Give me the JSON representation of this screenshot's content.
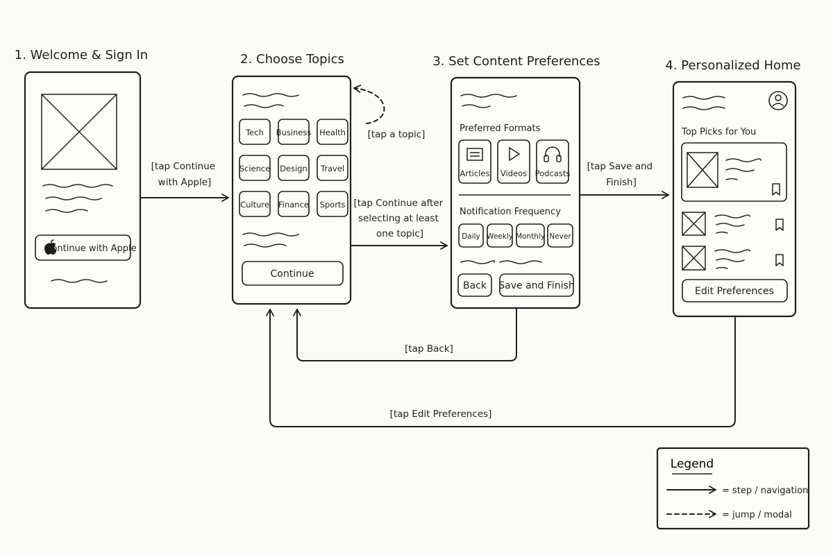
{
  "screens": {
    "welcome": {
      "title": "1. Welcome & Sign In",
      "apple_button": "Continue with Apple"
    },
    "topics": {
      "title": "2. Choose Topics",
      "chips": [
        "Tech",
        "Business",
        "Health",
        "Science",
        "Design",
        "Travel",
        "Culture",
        "Finance",
        "Sports"
      ],
      "selected": "Tech",
      "continue_button": "Continue"
    },
    "preferences": {
      "title": "3. Set Content Preferences",
      "formats_heading": "Preferred Formats",
      "formats": [
        {
          "label": "Articles",
          "icon": "article-icon"
        },
        {
          "label": "Videos",
          "icon": "play-icon"
        },
        {
          "label": "Podcasts",
          "icon": "headphones-icon"
        }
      ],
      "frequency_heading": "Notification Frequency",
      "frequency_options": [
        "Daily",
        "Weekly",
        "Monthly",
        "Never"
      ],
      "frequency_selected": "Weekly",
      "back_button": "Back",
      "save_button": "Save and Finish"
    },
    "home": {
      "title": "4. Personalized Home",
      "section_heading": "Top Picks for You",
      "edit_button": "Edit Preferences",
      "avatar_icon": "user-avatar-icon",
      "bookmark_icon": "bookmark-icon"
    }
  },
  "edges": {
    "welcome_to_topics": [
      "[tap Continue",
      "with Apple]"
    ],
    "topic_self_loop": "[tap a topic]",
    "topics_to_prefs": [
      "[tap Continue after",
      "selecting at least",
      "one topic]"
    ],
    "prefs_to_home": [
      "[tap Save and",
      "Finish]"
    ],
    "prefs_back": "[tap Back]",
    "home_edit": "[tap Edit Preferences]"
  },
  "legend": {
    "title": "Legend",
    "solid_label": "= step / navigation",
    "dashed_label": "= jump / modal"
  }
}
